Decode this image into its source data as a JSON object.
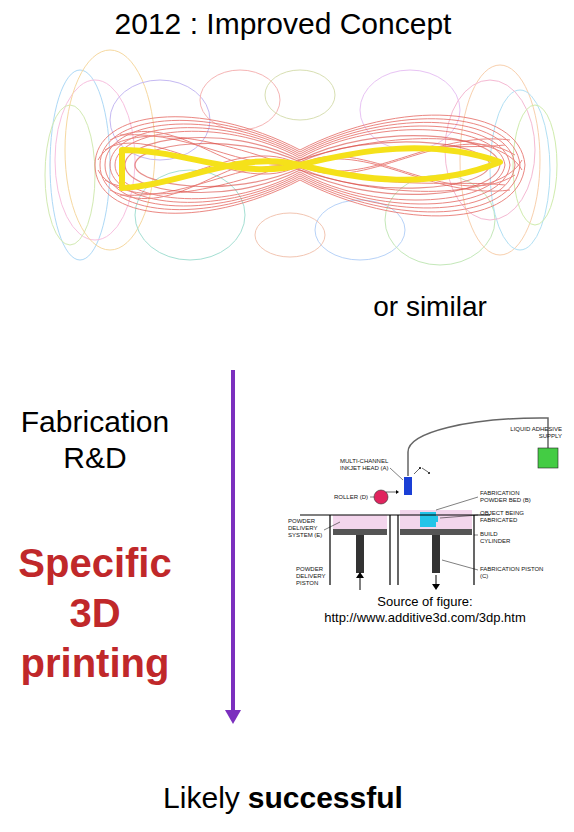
{
  "diagram": {
    "title": "2012 : Improved Concept",
    "labels": [
      "or similar",
      "Fabrication R&D",
      "Specific 3D printing",
      "MULTI-CHANNEL INKJET HEAD (A)",
      "LIQUID ADHESIVE SUPPLY",
      "ROLLER (D)",
      "FABRICATION POWDER BED (B)",
      "POWDER DELIVERY SYSTEM (E)",
      "OBJECT BEING FABRICATED",
      "BUILD CYLINDER",
      "POWDER DELIVERY PISTON",
      "FABRICATION PISTON (C)",
      "Source of figure:",
      "http://www.additive3d.com/3dp.htm",
      "Likely",
      "successful"
    ]
  }
}
